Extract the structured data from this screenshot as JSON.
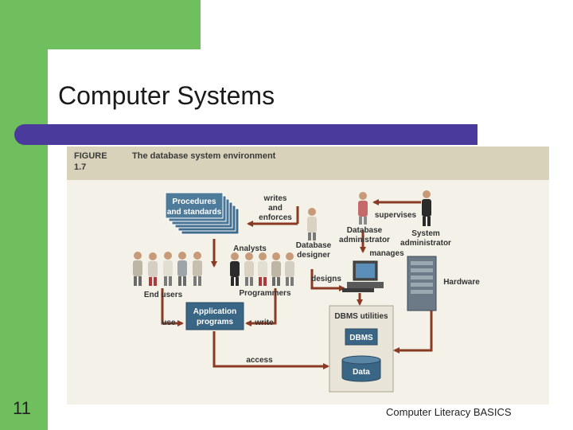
{
  "slide": {
    "title": "Computer Systems",
    "number": "11",
    "footer": "Computer Literacy BASICS"
  },
  "figure": {
    "label_line1": "FIGURE",
    "label_line2": "1.7",
    "caption": "The database system environment",
    "procedures_line1": "Procedures",
    "procedures_line2": "and standards",
    "writes_line1": "writes",
    "writes_line2": "and",
    "writes_line3": "enforces",
    "supervises": "supervises",
    "db_admin_line1": "Database",
    "db_admin_line2": "administrator",
    "sys_admin_line1": "System",
    "sys_admin_line2": "administrator",
    "analysts": "Analysts",
    "db_designer_line1": "Database",
    "db_designer_line2": "designer",
    "manages": "manages",
    "designs": "designs",
    "hardware": "Hardware",
    "end_users": "End users",
    "programmers": "Programmers",
    "app_line1": "Application",
    "app_line2": "programs",
    "use": "use",
    "write": "write",
    "dbms_utilities": "DBMS utilities",
    "dbms": "DBMS",
    "data": "Data",
    "access": "access"
  }
}
